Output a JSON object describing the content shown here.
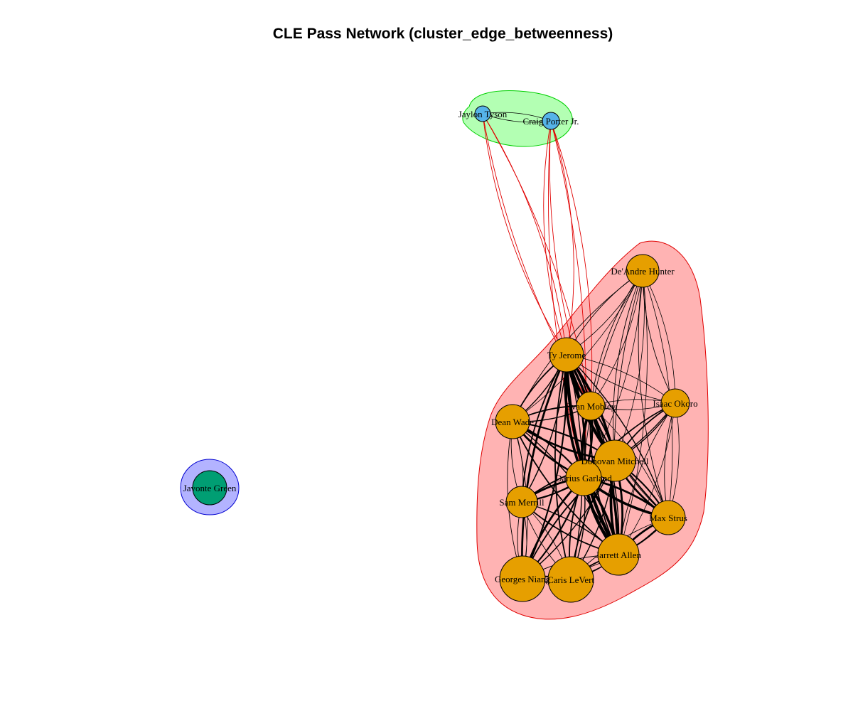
{
  "title": "CLE Pass Network (cluster_edge_betweenness)",
  "colors": {
    "cluster_1_fill": "#ffb3b3",
    "cluster_1_stroke": "#e00000",
    "cluster_2_fill": "#b3ffb3",
    "cluster_2_stroke": "#00d000",
    "cluster_3_fill": "#b3b3ff",
    "cluster_3_stroke": "#0000d0",
    "node_cluster_1": "#e69f00",
    "node_cluster_2": "#56b4e9",
    "node_cluster_3": "#009e73",
    "edge_within": "#000000",
    "edge_between": "#e00000"
  },
  "nodes": [
    {
      "id": "hunter",
      "label": "De'Andre Hunter",
      "cluster": 1
    },
    {
      "id": "jerome",
      "label": "Ty Jerome",
      "cluster": 1
    },
    {
      "id": "mobley",
      "label": "Evan Mobley",
      "cluster": 1
    },
    {
      "id": "okoro",
      "label": "Isaac Okoro",
      "cluster": 1
    },
    {
      "id": "wade",
      "label": "Dean Wade",
      "cluster": 1
    },
    {
      "id": "mitchell",
      "label": "Donovan Mitchell",
      "cluster": 1
    },
    {
      "id": "garland",
      "label": "Darius Garland",
      "cluster": 1
    },
    {
      "id": "merrill",
      "label": "Sam Merrill",
      "cluster": 1
    },
    {
      "id": "strus",
      "label": "Max Strus",
      "cluster": 1
    },
    {
      "id": "allen",
      "label": "Jarrett Allen",
      "cluster": 1
    },
    {
      "id": "niang",
      "label": "Georges Niang",
      "cluster": 1
    },
    {
      "id": "levert",
      "label": "Caris LeVert",
      "cluster": 1
    },
    {
      "id": "tyson",
      "label": "Jaylon Tyson",
      "cluster": 2
    },
    {
      "id": "porter",
      "label": "Craig Porter Jr.",
      "cluster": 2
    },
    {
      "id": "green",
      "label": "Javonte Green",
      "cluster": 3
    }
  ],
  "edges": [
    [
      "tyson",
      "porter",
      1
    ],
    [
      "tyson",
      "jerome",
      1
    ],
    [
      "tyson",
      "mobley",
      1
    ],
    [
      "porter",
      "jerome",
      1
    ],
    [
      "porter",
      "mobley",
      1
    ],
    [
      "porter",
      "garland",
      1
    ],
    [
      "hunter",
      "jerome",
      1
    ],
    [
      "hunter",
      "mobley",
      1
    ],
    [
      "hunter",
      "mitchell",
      1
    ],
    [
      "hunter",
      "garland",
      1
    ],
    [
      "hunter",
      "allen",
      1
    ],
    [
      "hunter",
      "strus",
      1
    ],
    [
      "hunter",
      "okoro",
      1
    ],
    [
      "hunter",
      "wade",
      1
    ],
    [
      "jerome",
      "mobley",
      3
    ],
    [
      "jerome",
      "mitchell",
      5
    ],
    [
      "jerome",
      "garland",
      4
    ],
    [
      "jerome",
      "wade",
      2
    ],
    [
      "jerome",
      "merrill",
      2
    ],
    [
      "jerome",
      "allen",
      5
    ],
    [
      "jerome",
      "niang",
      3
    ],
    [
      "jerome",
      "levert",
      2
    ],
    [
      "jerome",
      "okoro",
      1
    ],
    [
      "jerome",
      "strus",
      2
    ],
    [
      "mobley",
      "mitchell",
      3
    ],
    [
      "mobley",
      "garland",
      4
    ],
    [
      "mobley",
      "okoro",
      1
    ],
    [
      "mobley",
      "wade",
      2
    ],
    [
      "mobley",
      "allen",
      2
    ],
    [
      "mobley",
      "strus",
      1
    ],
    [
      "okoro",
      "mitchell",
      2
    ],
    [
      "okoro",
      "garland",
      2
    ],
    [
      "okoro",
      "strus",
      1
    ],
    [
      "okoro",
      "allen",
      1
    ],
    [
      "wade",
      "mitchell",
      3
    ],
    [
      "wade",
      "garland",
      3
    ],
    [
      "wade",
      "merrill",
      1
    ],
    [
      "wade",
      "niang",
      1
    ],
    [
      "wade",
      "allen",
      2
    ],
    [
      "mitchell",
      "garland",
      4
    ],
    [
      "mitchell",
      "allen",
      4
    ],
    [
      "mitchell",
      "strus",
      3
    ],
    [
      "mitchell",
      "merrill",
      2
    ],
    [
      "mitchell",
      "levert",
      2
    ],
    [
      "mitchell",
      "niang",
      2
    ],
    [
      "garland",
      "allen",
      5
    ],
    [
      "garland",
      "strus",
      4
    ],
    [
      "garland",
      "merrill",
      3
    ],
    [
      "garland",
      "niang",
      3
    ],
    [
      "garland",
      "levert",
      2
    ],
    [
      "merrill",
      "niang",
      1
    ],
    [
      "merrill",
      "levert",
      1
    ],
    [
      "merrill",
      "allen",
      2
    ],
    [
      "strus",
      "allen",
      3
    ],
    [
      "strus",
      "levert",
      1
    ],
    [
      "allen",
      "levert",
      2
    ],
    [
      "allen",
      "niang",
      1
    ],
    [
      "niang",
      "levert",
      2
    ]
  ]
}
